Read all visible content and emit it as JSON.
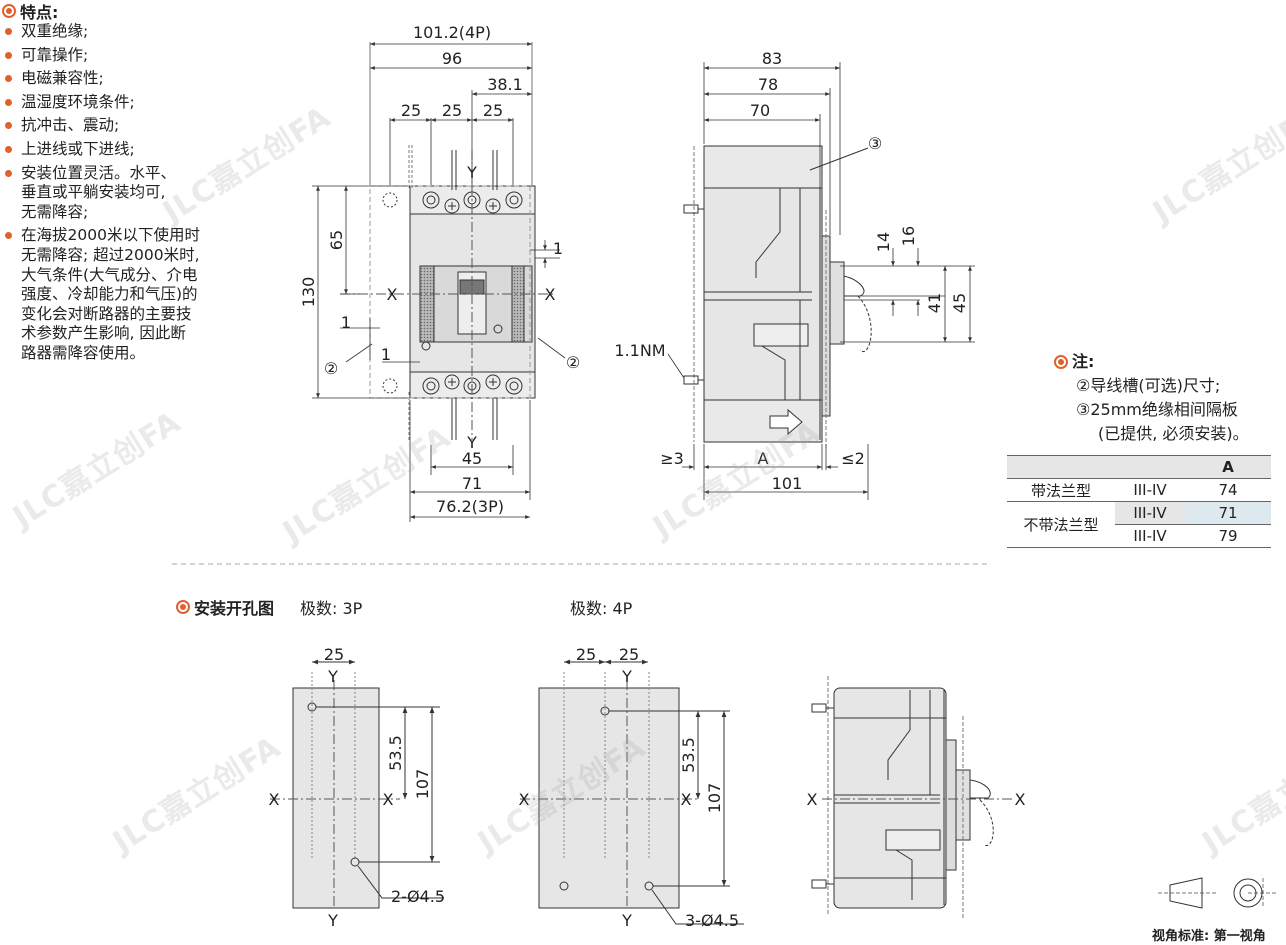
{
  "features": {
    "title": "特点:",
    "items": [
      "双重绝缘;",
      "可靠操作;",
      "电磁兼容性;",
      "温湿度环境条件;",
      "抗冲击、震动;",
      "上进线或下进线;",
      "安装位置灵活。水平、\n垂直或平躺安装均可,\n无需降容;",
      "在海拔2000米以下使用时\n无需降容; 超过2000米时,\n大气条件(大气成分、介电\n强度、冷却能力和气压)的\n变化会对断路器的主要技\n术参数产生影响, 因此断\n路器需降容使用。"
    ]
  },
  "front_view": {
    "dims": {
      "width_4p": "101.2(4P)",
      "width_96": "96",
      "width_38_1": "38.1",
      "pitch_1": "25",
      "pitch_2": "25",
      "pitch_3": "25",
      "height_130": "130",
      "height_65": "65",
      "offset_1a": "1",
      "offset_1b": "1",
      "offset_1c": "1",
      "bottom_45": "45",
      "bottom_71": "71",
      "bottom_3p": "76.2(3P)"
    },
    "axis": {
      "x_left": "X",
      "x_right": "X",
      "y_top": "Y",
      "y_bottom": "Y"
    },
    "callouts": {
      "c2_left": "②",
      "c2_right": "②"
    }
  },
  "side_view": {
    "dims": {
      "d83": "83",
      "d78": "78",
      "d70": "70",
      "d14": "14",
      "d16": "16",
      "d41": "41",
      "d45": "45",
      "ge3": "≥3",
      "dA": "A",
      "le2": "≤2",
      "d101": "101",
      "torque": "1.1NM"
    },
    "callouts": {
      "c3": "③"
    }
  },
  "notes": {
    "title": "注:",
    "lines": [
      "②导线槽(可选)尺寸;",
      "③25mm绝缘相间隔板",
      "(已提供, 必须安装)。"
    ]
  },
  "table": {
    "header": [
      "",
      "",
      "A"
    ],
    "rows": [
      {
        "type": "带法兰型",
        "range": "III-IV",
        "value": "74"
      },
      {
        "type": "不带法兰型",
        "range": "III-IV",
        "value": "71"
      },
      {
        "type": "",
        "range": "III-IV",
        "value": "79"
      }
    ]
  },
  "mounting": {
    "title": "安装开孔图",
    "pole3": {
      "label": "极数: 3P",
      "d25": "25",
      "d53_5": "53.5",
      "d107": "107",
      "holes": "2-Ø4.5",
      "x_left": "X",
      "x_right": "X",
      "y_top": "Y",
      "y_bottom": "Y"
    },
    "pole4": {
      "label": "极数: 4P",
      "d25a": "25",
      "d25b": "25",
      "d53_5": "53.5",
      "d107": "107",
      "holes": "3-Ø4.5",
      "x_left": "X",
      "x_right": "X",
      "y_top": "Y",
      "y_bottom": "Y"
    },
    "side": {
      "x_left": "X",
      "x_right": "X"
    }
  },
  "view_standard": "视角标准: 第一视角",
  "colors": {
    "accent": "#e2602b",
    "body_gray": "#e6e6e6",
    "line": "#333333"
  }
}
